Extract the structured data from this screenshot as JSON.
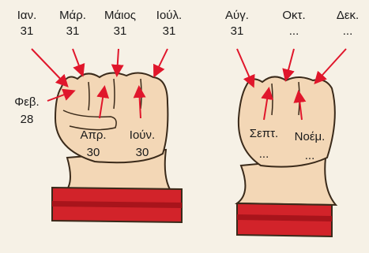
{
  "left_fist": {
    "months": [
      {
        "name": "Ιαν.",
        "days": "31"
      },
      {
        "name": "Μάρ.",
        "days": "31"
      },
      {
        "name": "Μάιος",
        "days": "31"
      },
      {
        "name": "Ιούλ.",
        "days": "31"
      },
      {
        "name": "Φεβ.",
        "days": "28"
      },
      {
        "name": "Απρ.",
        "days": "30"
      },
      {
        "name": "Ιούν.",
        "days": "30"
      }
    ]
  },
  "right_fist": {
    "months": [
      {
        "name": "Αύγ.",
        "days": "31"
      },
      {
        "name": "Οκτ.",
        "days": "..."
      },
      {
        "name": "Δεκ.",
        "days": "..."
      },
      {
        "name": "Σεπτ.",
        "days": "..."
      },
      {
        "name": "Νοέμ.",
        "days": "..."
      }
    ]
  },
  "colors": {
    "skin": "#f3d7b6",
    "skin_shade": "#e7b98d",
    "outline": "#3a2a1a",
    "arrow": "#e0162b",
    "cuff": "#d2232a",
    "cuff_dark": "#a8141b",
    "background": "#f6f1e6"
  }
}
